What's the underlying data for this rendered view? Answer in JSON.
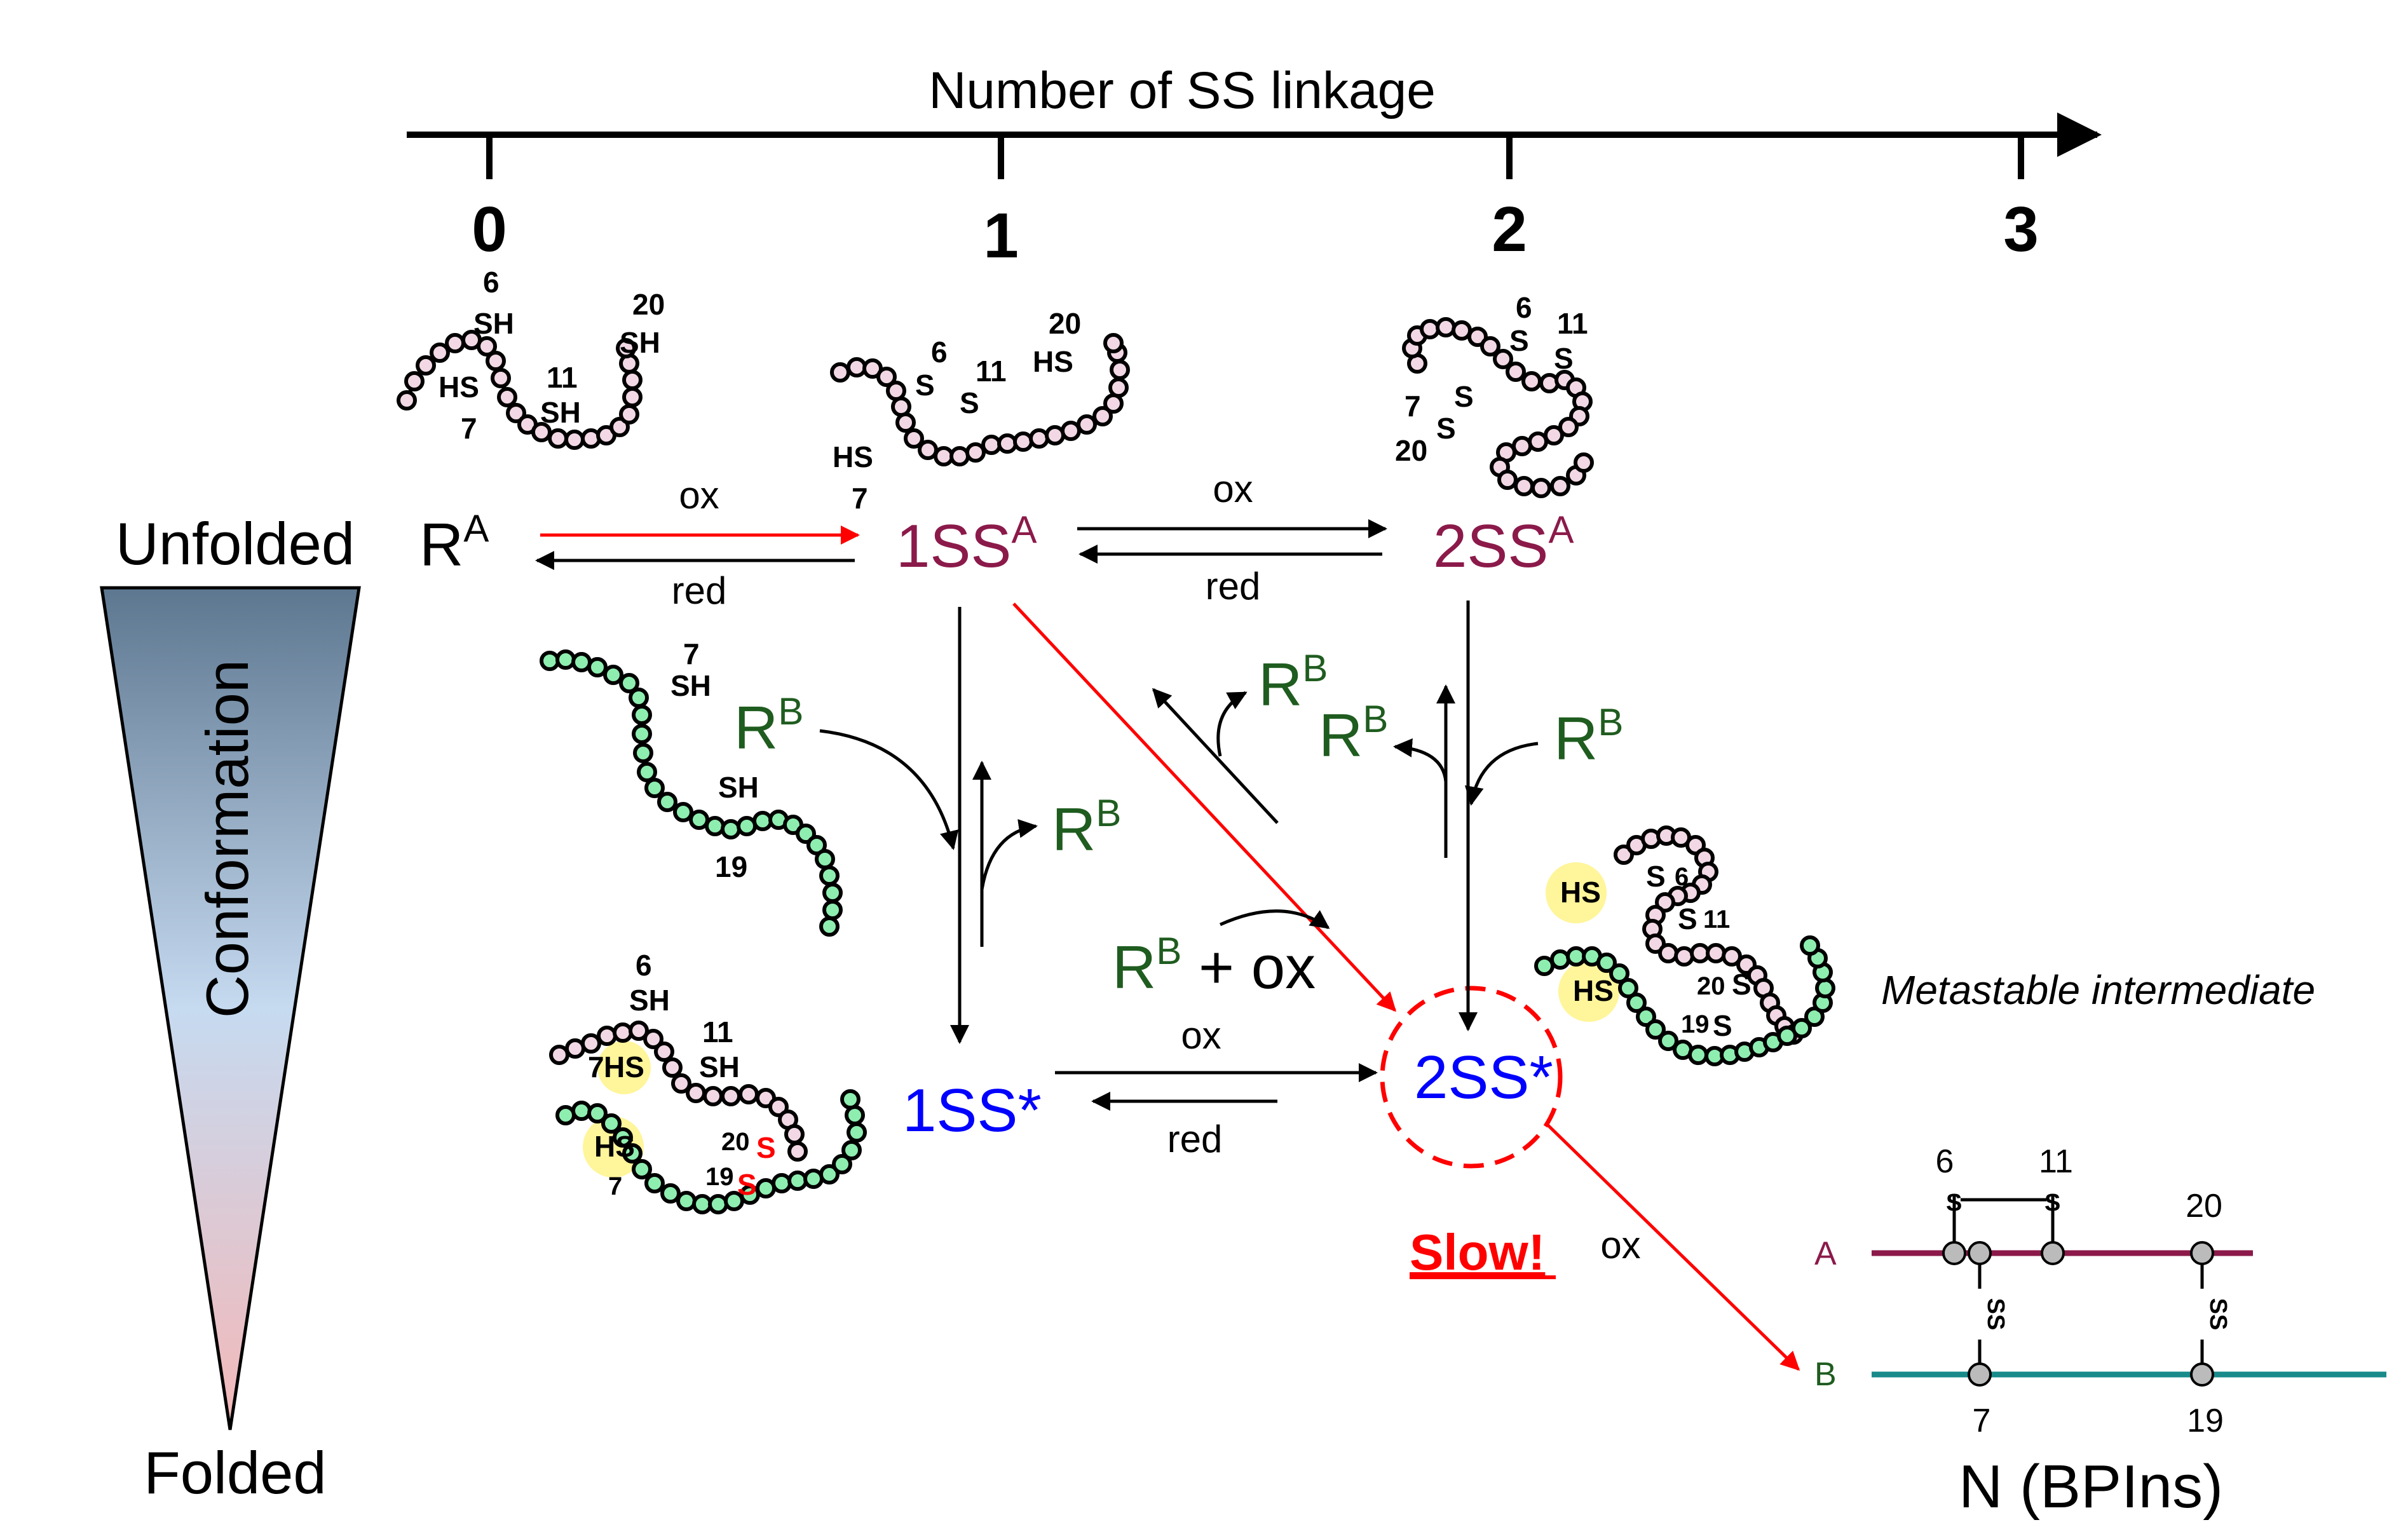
{
  "axis": {
    "title": "Number of SS linkage",
    "ticks": [
      "0",
      "1",
      "2",
      "3"
    ]
  },
  "conformation": {
    "label": "Conformation",
    "top": "Unfolded",
    "bottom": "Folded"
  },
  "states": {
    "ra_base": "R",
    "ra_sup": "A",
    "ss1a_base": "1SS",
    "ss1a_sup": "A",
    "ss2a_base": "2SS",
    "ss2a_sup": "A",
    "ss1_star": "1SS*",
    "ss2_star": "2SS*"
  },
  "arrows": {
    "ox": "ox",
    "red": "red"
  },
  "rb": {
    "base": "R",
    "sup": "B"
  },
  "rb_plus_ox": " + ox",
  "slow": "Slow!",
  "metastable": "Metastable intermediate",
  "residues": {
    "r6": "6",
    "r7": "7",
    "r11": "11",
    "r19": "19",
    "r20": "20",
    "sh": "SH",
    "hs": "HS",
    "s": "S"
  },
  "native": {
    "chain_a": "A",
    "chain_b": "B",
    "ss": "SS",
    "top_labels": [
      "6",
      "11",
      "20"
    ],
    "bottom_labels": [
      "7",
      "19"
    ],
    "title": "N (BPIns)"
  },
  "colors": {
    "chain_a_text": "#8b1a4a",
    "chain_b_text": "#1f5c1f",
    "star_text": "#0000ff",
    "red_arrow": "#ff0000",
    "chain_a_line": "#8b1a4a",
    "chain_b_line": "#1a8a8a",
    "chain_a_bead": "#f2d8e4",
    "chain_b_bead": "#8eeeb0",
    "highlight": "#fff59a",
    "triangle_top": "#5d7790",
    "triangle_mid": "#c6daf0",
    "triangle_bottom": "#f3b8b8"
  }
}
